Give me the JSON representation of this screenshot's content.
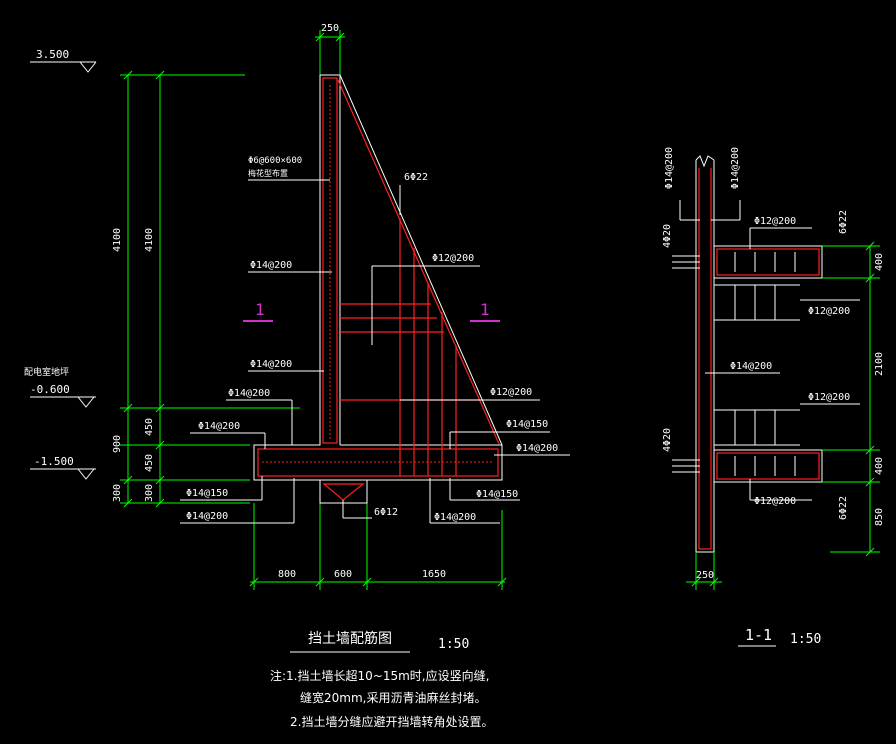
{
  "main": {
    "elev_top": "3.500",
    "elev_basement": "-0.600",
    "elev_bottom": "-1.500",
    "basement_label": "配电室地坪",
    "dim_wall_top": "250",
    "dim_height_left": "4100",
    "dim_height_right": "4100",
    "dim_900": "900",
    "dim_450_a": "450",
    "dim_450_b": "450",
    "dim_300_left": "300",
    "dim_300_right": "300",
    "dim_800": "800",
    "dim_600": "600",
    "dim_1650": "1650",
    "rebar_tie": "Φ6@600×600",
    "rebar_tie_note": "梅花型布置",
    "rebar_6phi22": "6Φ22",
    "rebar_phi12_200_a": "Φ12@200",
    "rebar_phi14_200_a": "Φ14@200",
    "rebar_phi14_200_b": "Φ14@200",
    "rebar_phi14_200_c": "Φ14@200",
    "rebar_phi14_200_d": "Φ14@200",
    "rebar_phi12_200_b": "Φ12@200",
    "rebar_phi14_150_a": "Φ14@150",
    "rebar_phi14_200_e": "Φ14@200",
    "rebar_phi14_150_b": "Φ14@150",
    "rebar_phi14_150_c": "Φ14@150",
    "rebar_phi14_200_f": "Φ14@200",
    "rebar_phi14_200_g": "Φ14@200",
    "rebar_6phi12": "6Φ12",
    "section_mark_left": "1",
    "section_mark_right": "1",
    "title": "挡土墙配筋图",
    "scale": "1:50",
    "note_1": "注:1.挡土墙长超10~15m时,应设竖向缝,",
    "note_2": "缝宽20mm,采用沥青油麻丝封堵。",
    "note_3": "2.挡土墙分缝应避开挡墙转角处设置。"
  },
  "section": {
    "top_a": "Φ14@200",
    "top_b": "Φ14@200",
    "r1": "Φ12@200",
    "r2": "6Φ22",
    "left_a": "4Φ20",
    "dim_400_a": "400",
    "r3": "Φ12@200",
    "mid": "Φ14@200",
    "dim_2100": "2100",
    "r4": "Φ12@200",
    "left_b": "4Φ20",
    "dim_400_b": "400",
    "r5": "Φ12@200",
    "r6": "6Φ22",
    "dim_850": "850",
    "dim_250": "250",
    "title": "1-1",
    "scale": "1:50"
  }
}
